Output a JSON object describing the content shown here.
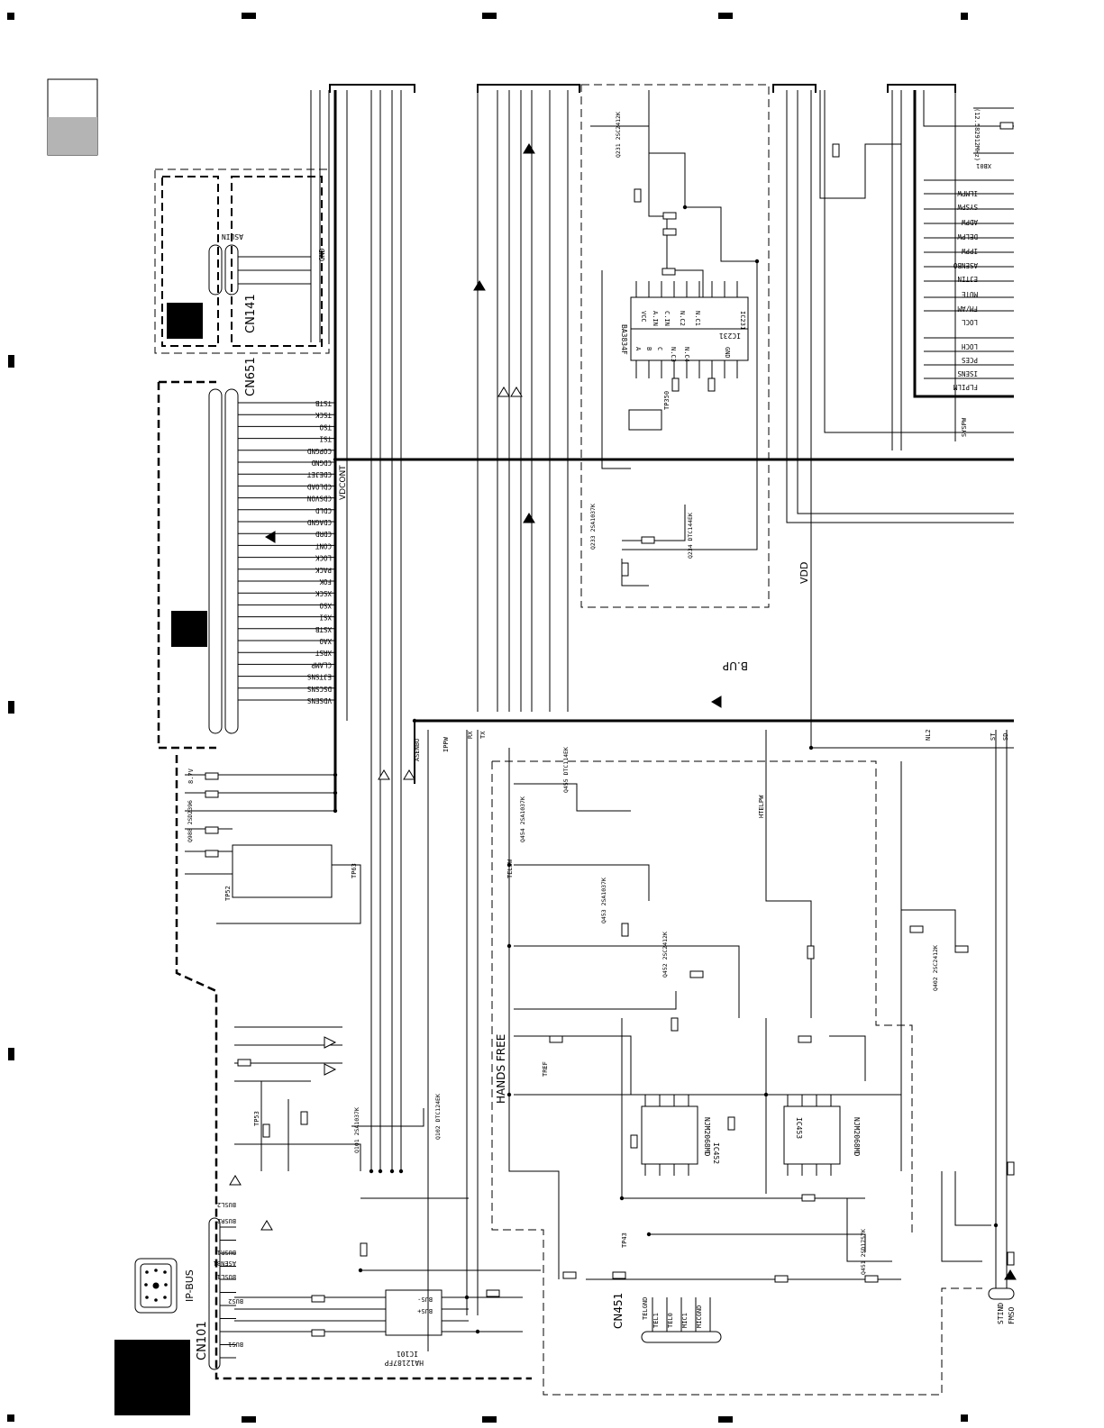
{
  "colors": {
    "ink": "#000000",
    "paper": "#ffffff",
    "gray_block": "#b4b4b4"
  },
  "connectors": {
    "cn141": "CN141",
    "cn651": "CN651",
    "cn101": "CN101",
    "cn451": "CN451",
    "ip_bus": "IP-BUS"
  },
  "section_labels": {
    "hands_free": "HANDS FREE",
    "bup": "B.UP",
    "vdd": "VDD",
    "vdcont": "VDCONT"
  },
  "ics": {
    "ic231": {
      "ref": "IC231",
      "part": "BA3834F"
    },
    "ic101": {
      "ref": "IC101",
      "part": "HA12187FP"
    },
    "ic452": {
      "ref": "IC452",
      "part": "NJM2068MD"
    },
    "ic453": {
      "ref": "IC453",
      "part": "NJM2068MD"
    }
  },
  "ic231_pins": [
    "A",
    "B",
    "C",
    "N.C3",
    "N.C4",
    "GND",
    "VCC",
    "A.IN",
    "C.IN",
    "N.C2",
    "N.C1",
    "IC231"
  ],
  "cn651_pins": [
    "TSTB",
    "TSCK",
    "TSO",
    "TSI",
    "COPGND",
    "CDGND",
    "CDEJET",
    "CDLOAD",
    "CDSVON",
    "CDLD",
    "CDAGND",
    "CDRD",
    "CONT",
    "LOCK",
    "PACK",
    "FOK",
    "XSCK",
    "XSO",
    "XSI",
    "XSTB",
    "XAO",
    "XRST",
    "CLAMP",
    "EJTSNS",
    "DSCSNS",
    "VDSENS"
  ],
  "right_signals": [
    "ILMPW",
    "SYSPW",
    "ADPW",
    "DELPW",
    "IPPW",
    "ASENBO",
    "EJTIN",
    "MUTE",
    "FM/AM",
    "LOCL",
    "LOCH",
    "PCES",
    "ISENS",
    "FLPILM"
  ],
  "transistors": [
    "Q231 2SC2412K",
    "Q233 2SA1037K",
    "Q234 DTC144EK",
    "Q101 2SA1037K",
    "Q102 DTC124EK",
    "Q402 2SC2412K",
    "Q451 2SD1757K",
    "Q452 2SC2412K",
    "Q453 2SA1037K",
    "Q454 2SA1037K",
    "Q455 DTC114EK",
    "Q988 2SD2396"
  ],
  "bus_labels": [
    "BUS1",
    "BUS2",
    "BUS+",
    "BUS-",
    "BUSR1",
    "BUSR2",
    "BUSL1",
    "BUSL2",
    "ASENB1"
  ],
  "cn451_pins": [
    "TEL1",
    "TEL0",
    "MIC1",
    "MICGND"
  ],
  "misc_labels": [
    "GND",
    "ASLIN",
    "TP350",
    "TP43",
    "TP52",
    "TP53",
    "TP63",
    "TELGND",
    "TELSW",
    "HTELPW",
    "TREF",
    "STIND",
    "FMSO",
    "SYSPW",
    "IPPW",
    "ASENBO",
    "TX",
    "RX",
    "NL2",
    "ST",
    "SD",
    "XB01",
    "(12.582912MHz)",
    "8.7V"
  ]
}
